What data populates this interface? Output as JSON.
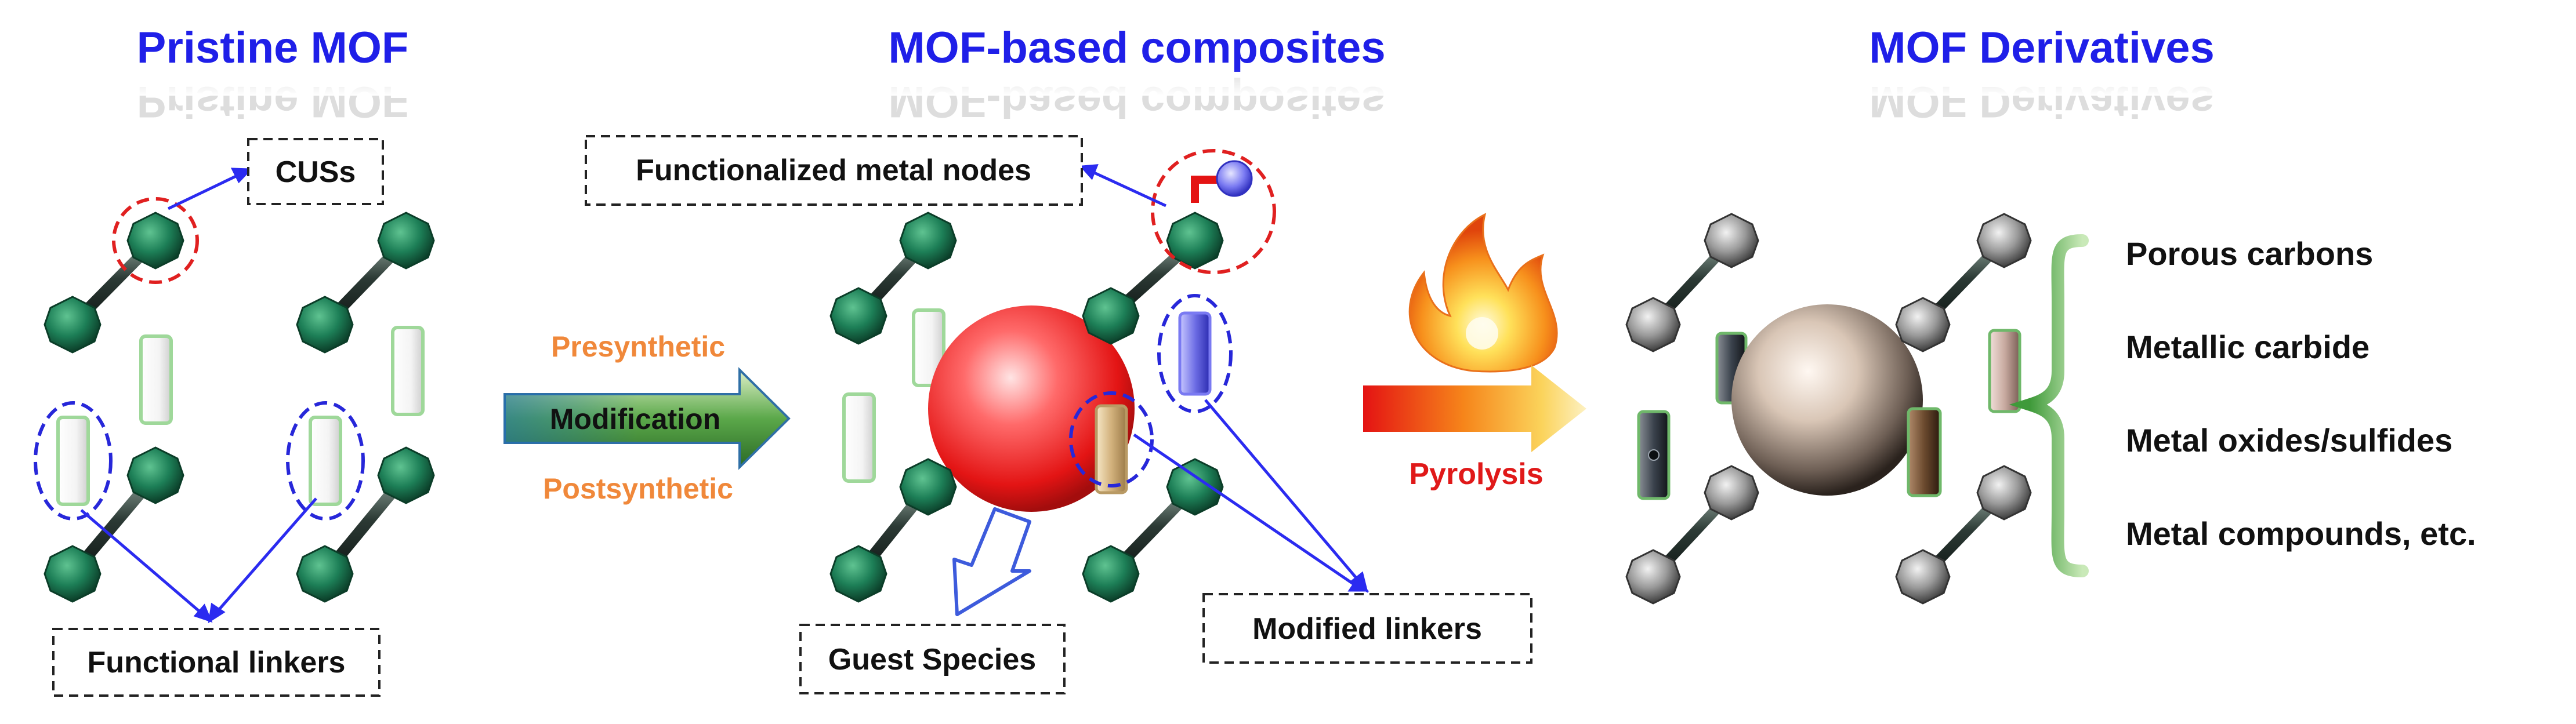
{
  "sections": {
    "pristine": {
      "title": "Pristine MOF",
      "callout_cus": "CUSs",
      "callout_linkers": "Functional linkers"
    },
    "composites": {
      "title": "MOF-based composites",
      "callout_nodes": "Functionalized metal nodes",
      "callout_guest": "Guest Species",
      "callout_modified": "Modified linkers"
    },
    "derivatives": {
      "title": "MOF Derivatives",
      "products": [
        "Porous carbons",
        "Metallic carbide",
        "Metal oxides/sulfides",
        "Metal compounds, etc."
      ]
    }
  },
  "arrows": {
    "modification": {
      "label": "Modification",
      "above": "Presynthetic",
      "below": "Postsynthetic"
    },
    "pyrolysis": {
      "label": "Pyrolysis"
    }
  },
  "colors": {
    "title": "#1f1fe8",
    "callout_arrow": "#2b2bf0",
    "orange_label": "#f0883a",
    "red_label": "#e01919",
    "green_node": "#1d7f57",
    "grey_node": "#8c8c8c",
    "red_circle": "#e02020",
    "blue_ellipse": "#2727d9"
  }
}
